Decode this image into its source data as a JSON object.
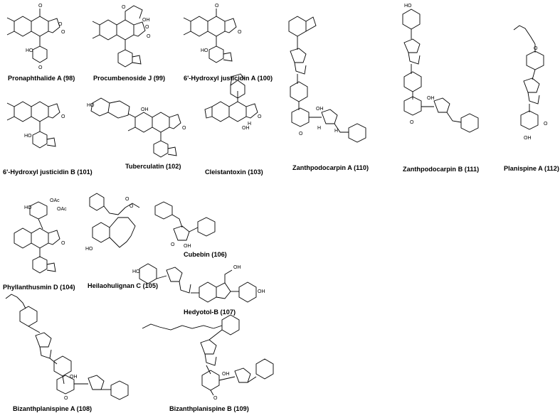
{
  "figure": {
    "compounds": [
      {
        "id": "c98",
        "label": "Pronaphthalide A (98)"
      },
      {
        "id": "c99",
        "label": "Procumbenoside J (99)"
      },
      {
        "id": "c100",
        "label": "6'-Hydroxyl justicidin A (100)"
      },
      {
        "id": "c101",
        "label": "6'-Hydroxyl justicidin B (101)"
      },
      {
        "id": "c102",
        "label": "Tuberculatin (102)"
      },
      {
        "id": "c103",
        "label": "Cleistantoxin (103)"
      },
      {
        "id": "c104",
        "label": "Phyllanthusmin D (104)"
      },
      {
        "id": "c105",
        "label": "Heilaohulignan C (105)"
      },
      {
        "id": "c106",
        "label": "Cubebin (106)"
      },
      {
        "id": "c107",
        "label": "Hedyotol-B (107)"
      },
      {
        "id": "c108",
        "label": "Bizanthplanispine A (108)"
      },
      {
        "id": "c109",
        "label": "Bizanthplanispine B (109)"
      },
      {
        "id": "c110",
        "label": "Zanthpodocarpin A (110)"
      },
      {
        "id": "c111",
        "label": "Zanthpodocarpin B (111)"
      },
      {
        "id": "c112",
        "label": "Planispine A (112)"
      }
    ],
    "atom_labels": {
      "O": "O",
      "OH": "OH",
      "HO": "HO",
      "H": "H",
      "OAc": "OAc"
    }
  }
}
